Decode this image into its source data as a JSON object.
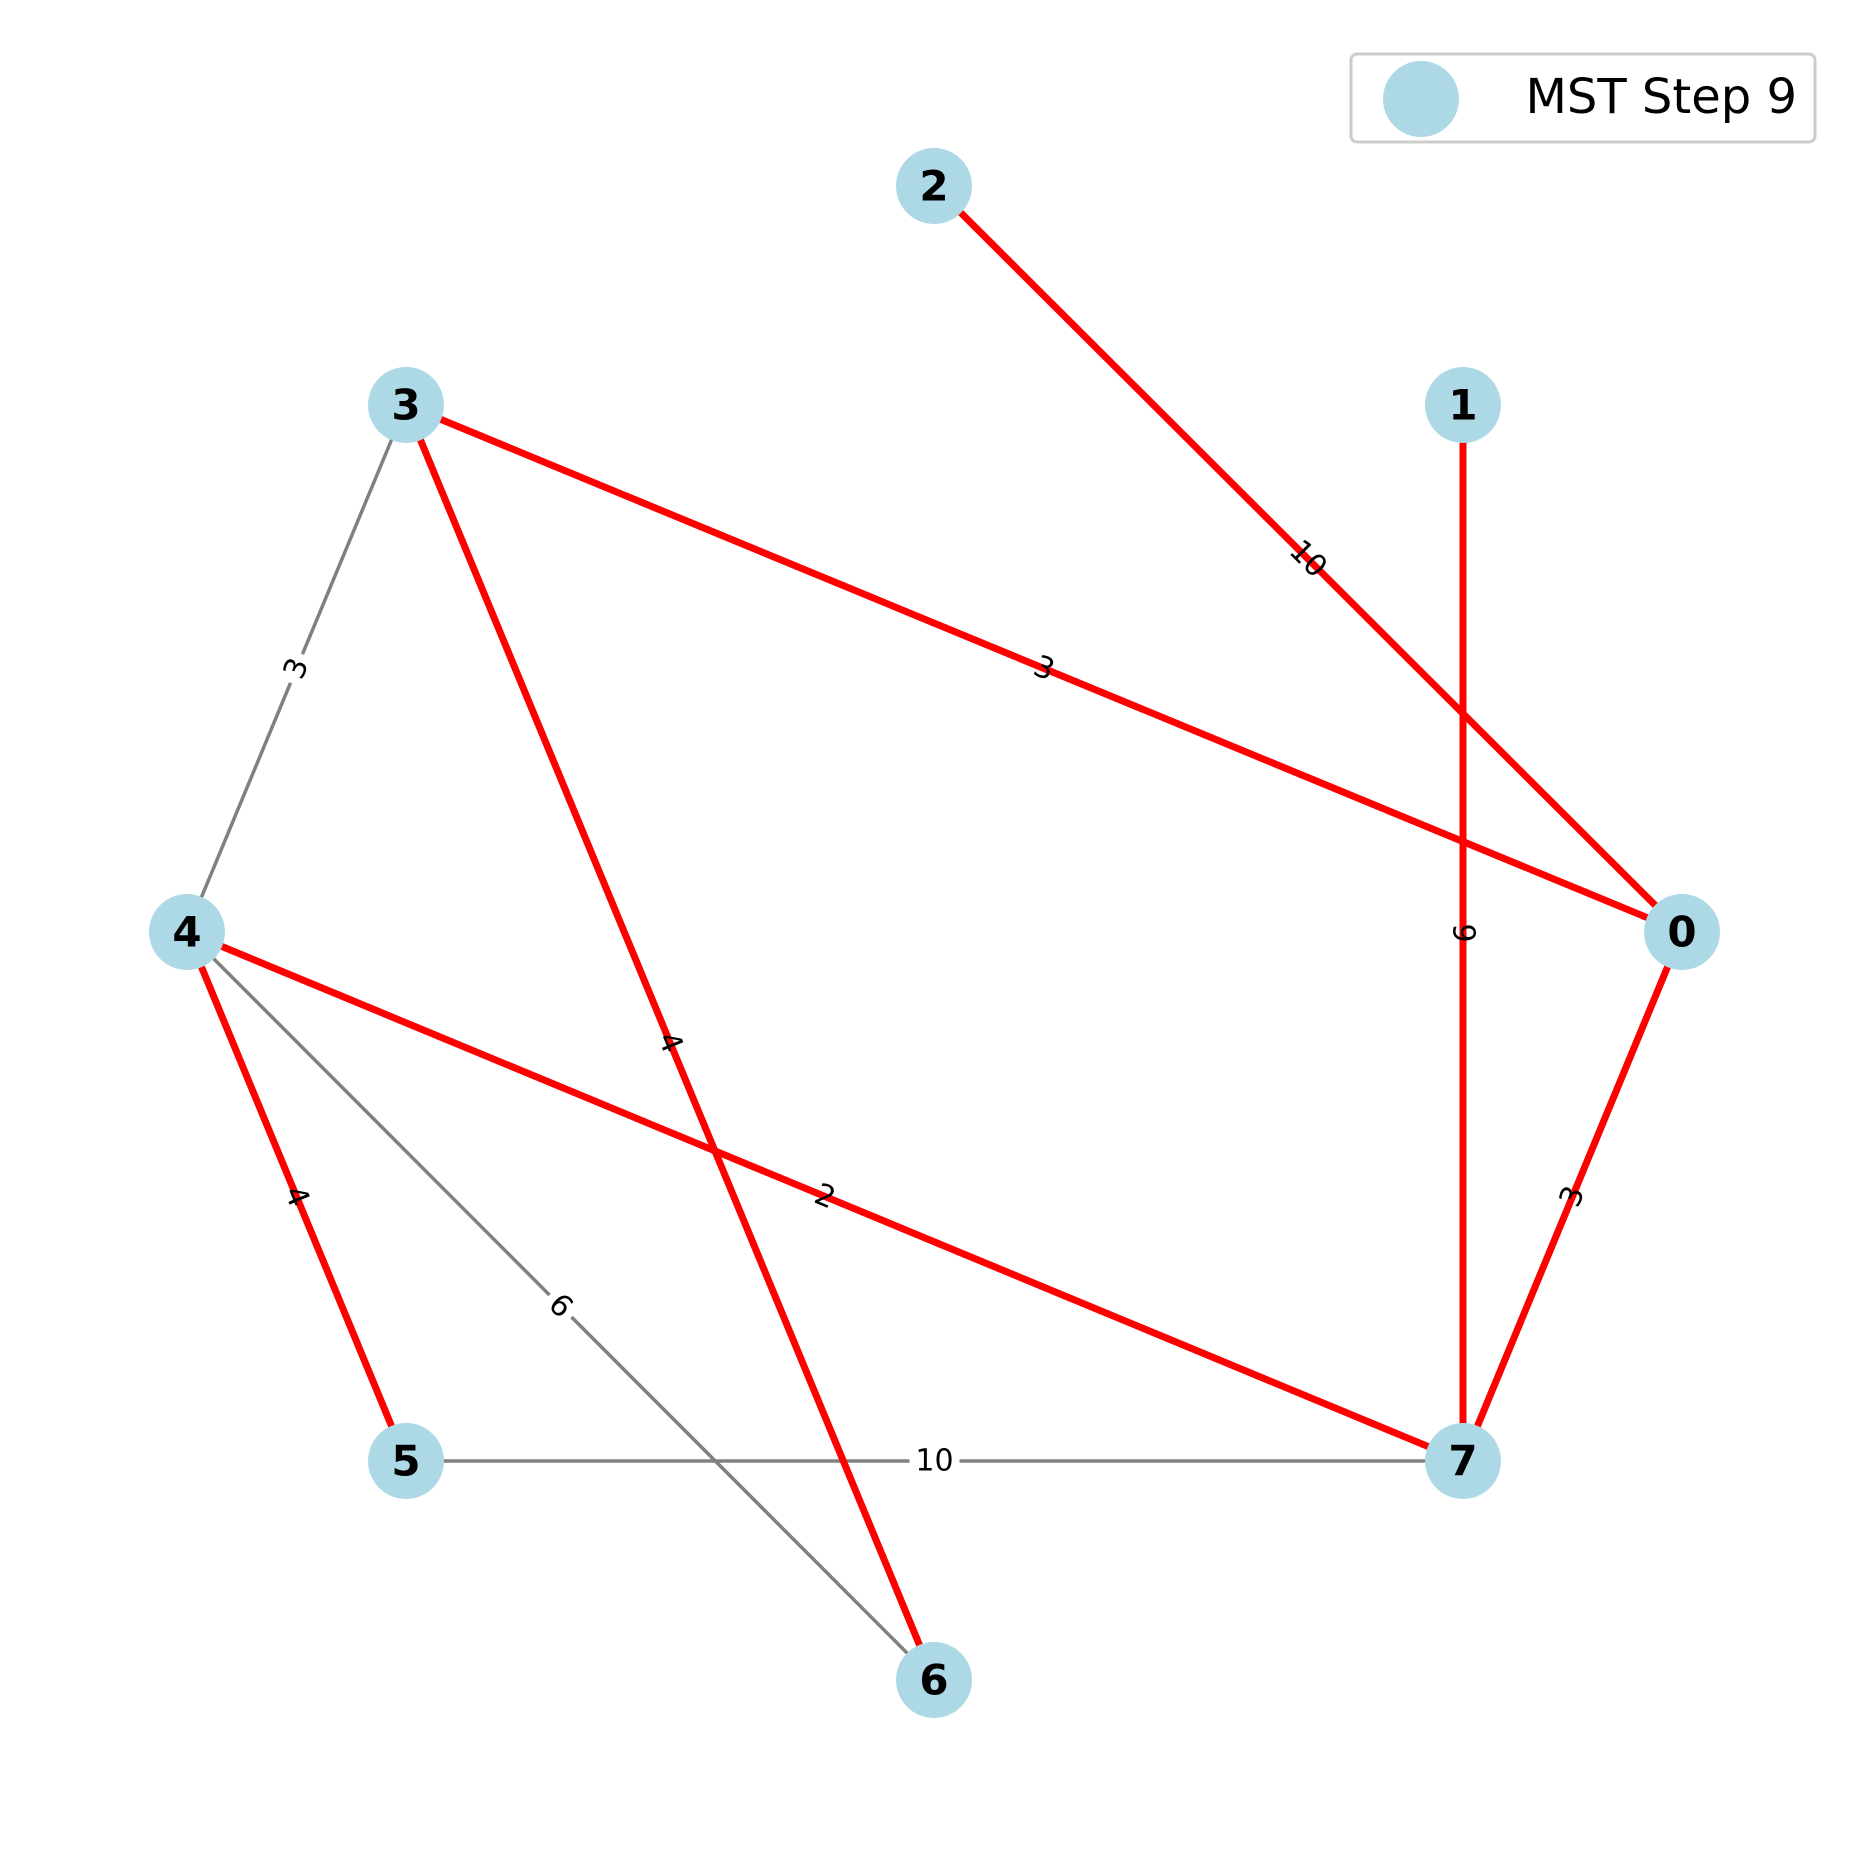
{
  "legend": {
    "label": "MST Step 9"
  },
  "colors": {
    "node": "#add8e6",
    "mst_edge": "#ff0000",
    "other_edge": "#808080",
    "legend_border": "#cccccc"
  },
  "graph": {
    "nodes": [
      {
        "id": "0",
        "label": "0"
      },
      {
        "id": "1",
        "label": "1"
      },
      {
        "id": "2",
        "label": "2"
      },
      {
        "id": "3",
        "label": "3"
      },
      {
        "id": "4",
        "label": "4"
      },
      {
        "id": "5",
        "label": "5"
      },
      {
        "id": "6",
        "label": "6"
      },
      {
        "id": "7",
        "label": "7"
      }
    ],
    "edges": [
      {
        "source": "3",
        "target": "4",
        "weight": "3",
        "in_mst": false
      },
      {
        "source": "4",
        "target": "6",
        "weight": "6",
        "in_mst": false
      },
      {
        "source": "5",
        "target": "7",
        "weight": "10",
        "in_mst": false
      },
      {
        "source": "2",
        "target": "0",
        "weight": "10",
        "in_mst": true
      },
      {
        "source": "1",
        "target": "7",
        "weight": "9",
        "in_mst": true
      },
      {
        "source": "3",
        "target": "0",
        "weight": "3",
        "in_mst": true
      },
      {
        "source": "3",
        "target": "6",
        "weight": "4",
        "in_mst": true
      },
      {
        "source": "4",
        "target": "7",
        "weight": "2",
        "in_mst": true
      },
      {
        "source": "4",
        "target": "5",
        "weight": "4",
        "in_mst": true
      },
      {
        "source": "0",
        "target": "7",
        "weight": "3",
        "in_mst": true
      }
    ]
  }
}
